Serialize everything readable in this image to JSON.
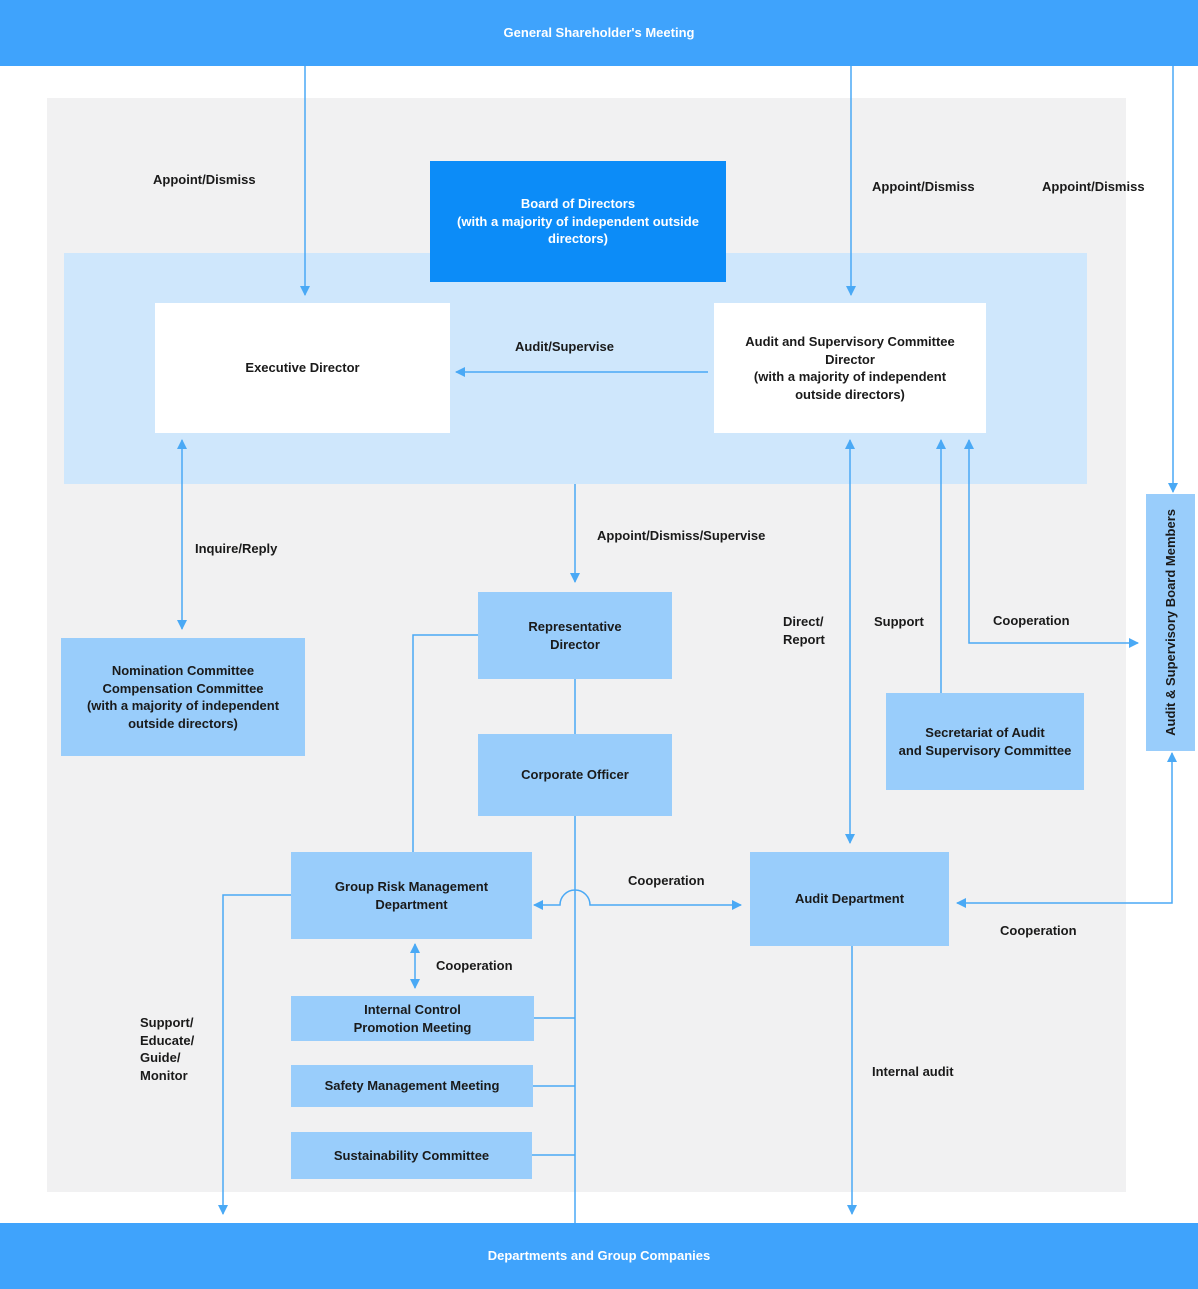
{
  "colors": {
    "banner": "#3fa3fc",
    "board": "#0c8cf8",
    "outer_panel": "#f1f1f2",
    "inner_panel": "#cfe7fc",
    "node": "#99cdfb",
    "connector": "#4aa9f5"
  },
  "nodes": {
    "shareholders": "General Shareholder's Meeting",
    "departments": "Departments and Group Companies",
    "board": "Board of Directors\n(with a majority of independent outside\ndirectors)",
    "executive_director": "Executive Director",
    "audit_committee_director": "Audit and Supervisory Committee\nDirector\n(with a majority of independent\noutside directors)",
    "nomination_committee": "Nomination Committee\nCompensation Committee\n(with a majority of independent\noutside directors)",
    "representative_director": "Representative\nDirector",
    "corporate_officer": "Corporate Officer",
    "group_risk": "Group Risk Management\nDepartment",
    "audit_department": "Audit Department",
    "secretariat": "Secretariat of Audit\nand Supervisory Committee",
    "internal_control": "Internal Control\nPromotion Meeting",
    "safety_meeting": "Safety Management Meeting",
    "sustainability": "Sustainability Committee",
    "asb_members": "Audit & Supervisory Board Members"
  },
  "labels": {
    "appoint_dismiss_left": "Appoint/Dismiss",
    "appoint_dismiss_mid": "Appoint/Dismiss",
    "appoint_dismiss_right": "Appoint/Dismiss",
    "audit_supervise": "Audit/Supervise",
    "appoint_dismiss_supervise": "Appoint/Dismiss/Supervise",
    "inquire_reply": "Inquire/Reply",
    "direct_report": "Direct/\nReport",
    "support": "Support",
    "cooperation_asb": "Cooperation",
    "cooperation_risk_audit": "Cooperation",
    "cooperation_audit_asb": "Cooperation",
    "cooperation_risk_ic": "Cooperation",
    "support_educate": "Support/\nEducate/\nGuide/\nMonitor",
    "internal_audit": "Internal audit"
  }
}
